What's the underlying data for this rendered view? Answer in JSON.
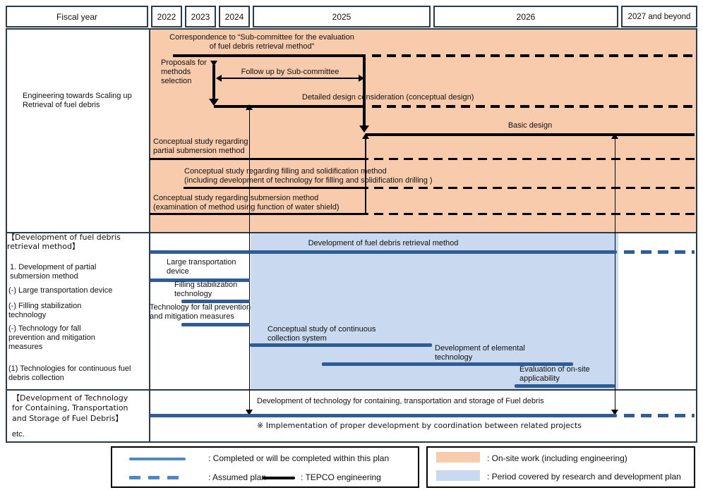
{
  "header": {
    "fiscal_year_label": "Fiscal year",
    "years": [
      "2022",
      "2023",
      "2024",
      "2025",
      "2026",
      "2027 and beyond"
    ]
  },
  "left_column": {
    "engineering_label": "Engineering towards Scaling up Retrieval of fuel debris",
    "dev_method_title": "【Development of fuel debris retrieval method】",
    "dev_items": [
      "1. Development of partial submersion method",
      "(-) Large transportation device",
      "(-) Filling stabilization technology",
      "(-) Technology for fall prevention and mitigation measures",
      "(1) Technologies for continuous fuel debris collection"
    ],
    "bottom_title": "【Development of Technology for Containing, Transportation and Storage of Fuel Debris】",
    "bottom_etc": "etc."
  },
  "engineering": {
    "correspondence": "Correspondence to “Sub-committee for the evaluation of fuel debris retrieval method”",
    "proposals": "Proposals for methods selection",
    "follow_up": "Follow up by Sub-committee",
    "detailed_design": "Detailed design consideration (conceptual design)",
    "basic_design": "Basic design",
    "partial_submersion": "Conceptual study regarding partial submersion method",
    "filling_line1": "Conceptual study regarding filling and solidification method",
    "filling_line2": "(including development of technology for filling and solidification drilling )",
    "submersion_line1": "Conceptual study regarding submersion method",
    "submersion_line2": "(examination of method using function of water shield)"
  },
  "development": {
    "main_bar": "Development of fuel debris retrieval method",
    "large_transport": "Large transportation device",
    "filling_tech": "Filling stabilization technology",
    "fall_prevention": "Technology for fall prevention and mitigation measures",
    "continuous_study": "Conceptual study of continuous collection system",
    "elemental": "Development of elemental technology",
    "evaluation": "Evaluation of on-site applicability"
  },
  "bottom": {
    "bar_label": "Development of technology for containing, transportation and storage of Fuel debris",
    "note": "※ Implementation of proper development by coordination between related projects"
  },
  "legend": {
    "completed": ": Completed or will be completed within this plan",
    "assumed": ": Assumed plan",
    "tepco": ": TEPCO engineering",
    "onsite": ": On-site work (including engineering)",
    "rnd": ": Period covered by research and development plan"
  },
  "colors": {
    "onsite-orange": "#f7cbac",
    "rnd-blue": "#c8d9f0",
    "bar-navy": "#2e5c94",
    "legend-blue": "#4f86c6",
    "line-black": "#000000",
    "frame": "#2b3a49"
  }
}
